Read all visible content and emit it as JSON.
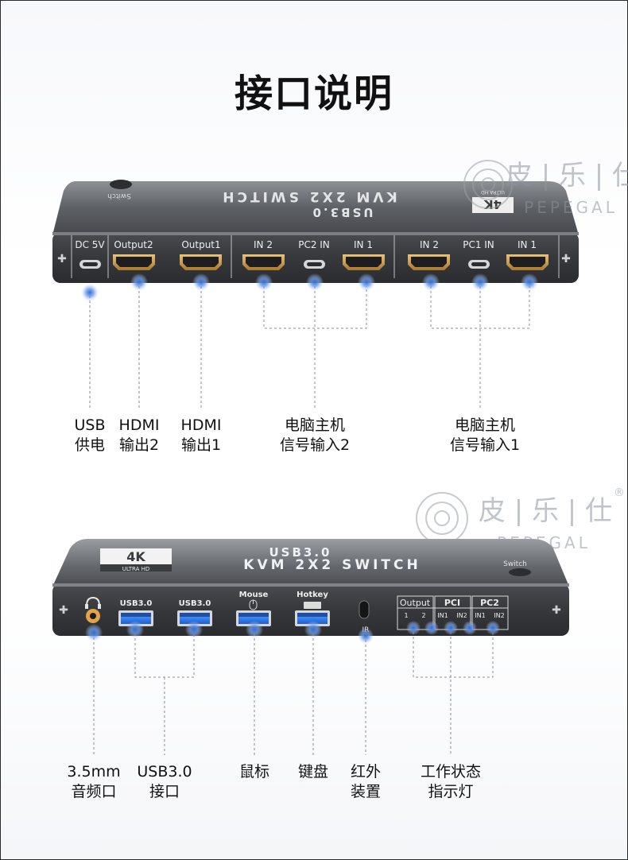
{
  "page": {
    "title": "接口说明",
    "brand": {
      "cn": "皮 | 乐 | 仕",
      "en": "PEPEGAL",
      "reg_mark": "®"
    }
  },
  "front_panel": {
    "body_text": "KVM 2X2 SWITCH",
    "sub_text": "USB3.0",
    "switch_label": "Switch",
    "badge_4k": "4K",
    "badge_uhd": "ULTRA HD",
    "ports": [
      "DC 5V",
      "Output2",
      "Output1",
      "IN 2",
      "PC2 IN",
      "IN 1",
      "IN 2",
      "PC1 IN",
      "IN 1"
    ],
    "labels": [
      {
        "line1": "USB",
        "line2": "供电"
      },
      {
        "line1": "HDMI",
        "line2": "输出2"
      },
      {
        "line1": "HDMI",
        "line2": "输出1"
      },
      {
        "line1": "电脑主机",
        "line2": "信号输入2"
      },
      {
        "line1": "电脑主机",
        "line2": "信号输入1"
      }
    ]
  },
  "back_panel": {
    "badge_4k": "4K",
    "badge_uhd": "ULTRA HD",
    "sub_text": "USB3.0",
    "body_text": "KVM 2X2 SWITCH",
    "switch_label": "Switch",
    "ports": {
      "usb1": "USB3.0",
      "usb2": "USB3.0",
      "mouse": "Mouse",
      "hotkey": "Hotkey",
      "ir": "IR",
      "output": "Output",
      "out_1": "1",
      "out_2": "2",
      "pc1": "PCI",
      "pc1_in1": "IN1",
      "pc1_in2": "IN2",
      "pc2": "PC2",
      "pc2_in1": "IN1",
      "pc2_in2": "IN2"
    },
    "labels": [
      {
        "line1": "3.5mm",
        "line2": "音频口"
      },
      {
        "line1": "USB3.0",
        "line2": "接口"
      },
      {
        "line1": "鼠标",
        "line2": ""
      },
      {
        "line1": "键盘",
        "line2": ""
      },
      {
        "line1": "红外",
        "line2": "装置"
      },
      {
        "line1": "工作状态",
        "line2": "指示灯"
      }
    ]
  },
  "colors": {
    "device_dark": "#3e4044",
    "device_mid": "#6b6e73",
    "device_light": "#a4a7ab",
    "dot_blue": "#2f6fd6",
    "glow_blue": "#9bbcf0",
    "line_gray": "#8a8f98"
  }
}
